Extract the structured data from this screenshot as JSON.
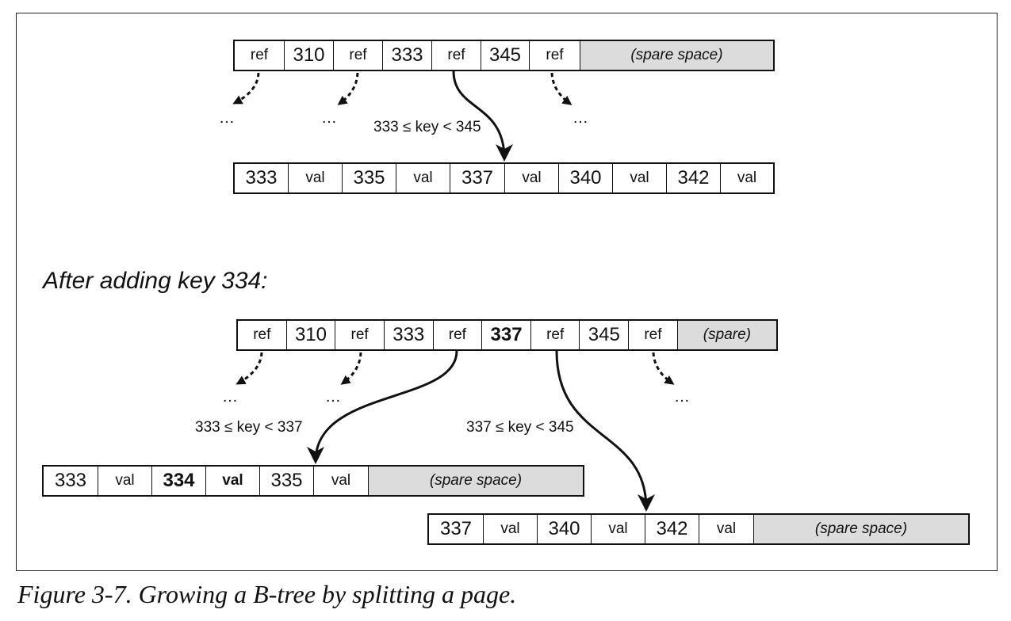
{
  "top_root": [
    "ref",
    "310",
    "ref",
    "333",
    "ref",
    "345",
    "ref",
    "(spare space)"
  ],
  "top_leaf": [
    "333",
    "val",
    "335",
    "val",
    "337",
    "val",
    "340",
    "val",
    "342",
    "val"
  ],
  "top_range_label": "333 ≤ key < 345",
  "ellipsis": "…",
  "section_heading": "After adding key 334:",
  "bottom_root": [
    "ref",
    "310",
    "ref",
    "333",
    "ref",
    "337",
    "ref",
    "345",
    "ref",
    "(spare)"
  ],
  "bottom_left_leaf": [
    "333",
    "val",
    "334",
    "val",
    "335",
    "val",
    "(spare space)"
  ],
  "bottom_right_leaf": [
    "337",
    "val",
    "340",
    "val",
    "342",
    "val",
    "(spare space)"
  ],
  "range_left": "333 ≤ key < 337",
  "range_right": "337 ≤ key < 345",
  "caption": "Figure 3-7. Growing a B-tree by splitting a page."
}
